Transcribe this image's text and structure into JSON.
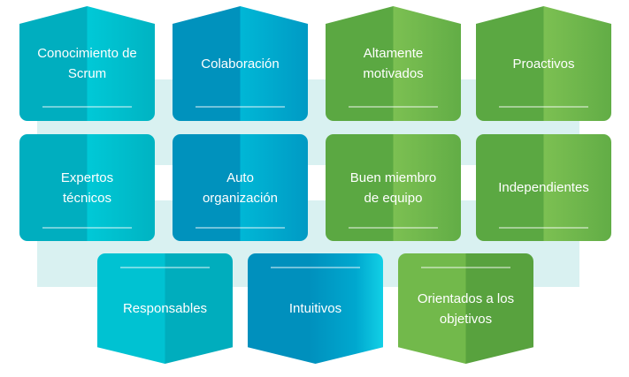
{
  "colors": {
    "teal": "#00aebf",
    "blue": "#0092bd",
    "green": "#5ba842",
    "background_band": "#d9f1f1"
  },
  "tiles": [
    {
      "label": "Conocimiento de\nScrum"
    },
    {
      "label": "Colaboración"
    },
    {
      "label": "Altamente\nmotivados"
    },
    {
      "label": "Proactivos"
    },
    {
      "label": "Expertos\ntécnicos"
    },
    {
      "label": "Auto\norganización"
    },
    {
      "label": "Buen miembro\nde equipo"
    },
    {
      "label": "Independientes"
    },
    {
      "label": "Responsables"
    },
    {
      "label": "Intuitivos"
    },
    {
      "label": "Orientados a los\nobjetivos"
    }
  ]
}
